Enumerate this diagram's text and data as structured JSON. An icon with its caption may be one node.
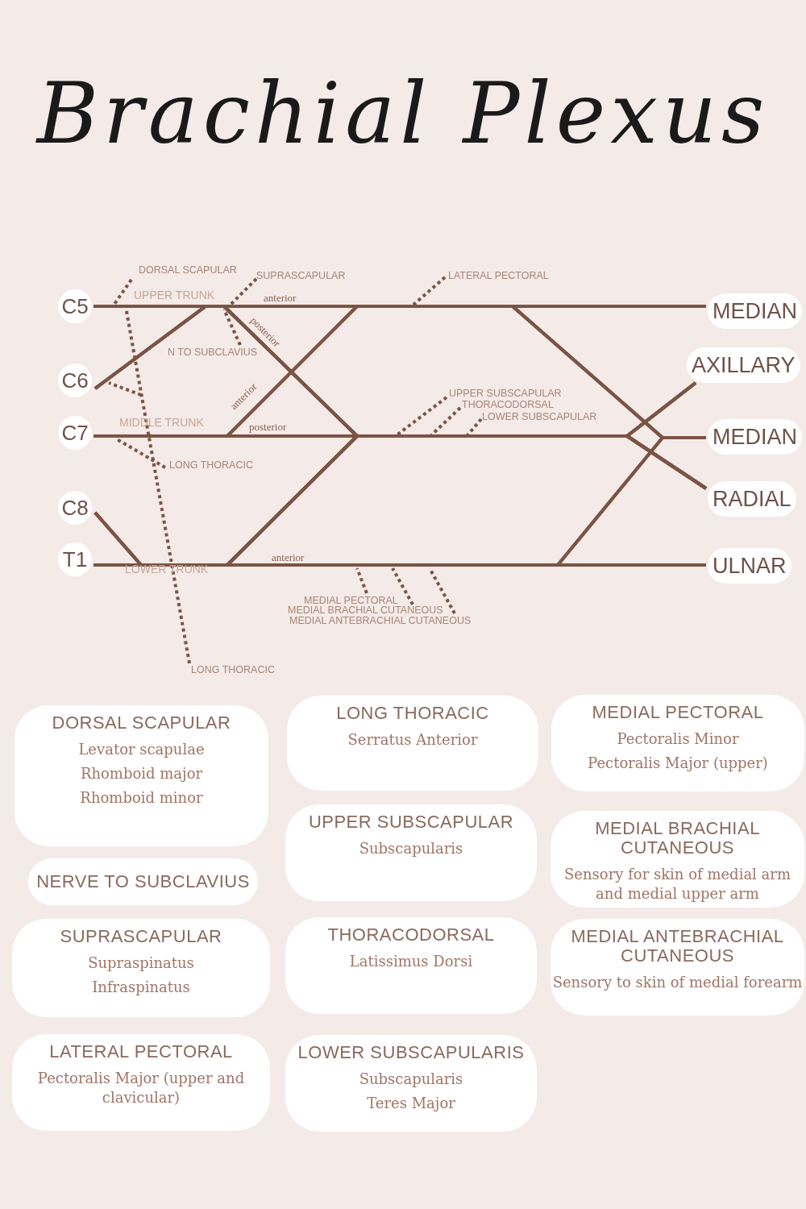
{
  "diagram": {
    "title": "Brachial Plexus",
    "nodes": [
      {
        "text": [
          "C5"
        ]
      },
      {
        "text": [
          "C6"
        ]
      },
      {
        "text": [
          "C7"
        ]
      },
      {
        "text": [
          "C8"
        ]
      },
      {
        "text": [
          "T1"
        ]
      },
      {
        "text": [
          "MEDIAN"
        ]
      },
      {
        "text": [
          "AXILLARY"
        ]
      },
      {
        "text": [
          "MEDIAN"
        ]
      },
      {
        "text": [
          "RADIAL"
        ]
      },
      {
        "text": [
          "ULNAR"
        ]
      },
      {
        "text": [
          "DORSAL SCAPULAR"
        ]
      },
      {
        "text": [
          "SUPRASCAPULAR"
        ]
      },
      {
        "text": [
          "LATERAL PECTORAL"
        ]
      },
      {
        "text": [
          "N TO SUBCLAVIUS"
        ]
      },
      {
        "text": [
          "UPPER SUBSCAPULAR"
        ]
      },
      {
        "text": [
          "THORACODORSAL"
        ]
      },
      {
        "text": [
          "LOWER SUBSCAPULAR"
        ]
      },
      {
        "text": [
          "LONG THORACIC"
        ]
      },
      {
        "text": [
          "MEDIAL PECTORAL"
        ]
      },
      {
        "text": [
          "MEDIAL BRACHIAL CUTANEOUS"
        ]
      },
      {
        "text": [
          "MEDIAL ANTEBRACHIAL CUTANEOUS"
        ]
      },
      {
        "text": [
          "LONG THORACIC"
        ]
      },
      {
        "text": [
          "DORSAL SCAPULAR",
          "Levator scapulae",
          "Rhomboid major",
          "Rhomboid minor"
        ]
      },
      {
        "text": [
          "NERVE TO SUBCLAVIUS"
        ]
      },
      {
        "text": [
          "SUPRASCAPULAR",
          "Supraspinatus",
          "Infraspinatus"
        ]
      },
      {
        "text": [
          "LATERAL PECTORAL",
          "Pectoralis Major (upper and clavicular)"
        ]
      },
      {
        "text": [
          "LONG THORACIC",
          "Serratus Anterior"
        ]
      },
      {
        "text": [
          "UPPER SUBSCAPULAR",
          "Subscapularis"
        ]
      },
      {
        "text": [
          "THORACODORSAL",
          "Latissimus Dorsi"
        ]
      },
      {
        "text": [
          "LOWER SUBSCAPULARIS",
          "Subscapularis",
          "Teres Major"
        ]
      },
      {
        "text": [
          "MEDIAL PECTORAL",
          "Pectoralis Minor",
          "Pectoralis Major (upper)"
        ]
      },
      {
        "text": [
          "MEDIAL BRACHIAL CUTANEOUS",
          "Sensory for skin of medial arm and medial upper arm"
        ]
      },
      {
        "text": [
          "MEDIAL ANTEBRACHIAL CUTANEOUS",
          "Sensory to skin of medial forearm"
        ]
      }
    ],
    "edges": [
      {
        "from": 0,
        "to": 5,
        "arrow": "none"
      },
      {
        "from": 0,
        "to": 6,
        "arrow": "none"
      },
      {
        "from": 0,
        "to": 7,
        "arrow": "none"
      },
      {
        "from": 0,
        "to": 8,
        "arrow": "none"
      },
      {
        "from": 1,
        "to": 5,
        "arrow": "none"
      },
      {
        "from": 1,
        "to": 6,
        "arrow": "none"
      },
      {
        "from": 1,
        "to": 7,
        "arrow": "none"
      },
      {
        "from": 1,
        "to": 8,
        "arrow": "none"
      },
      {
        "from": 2,
        "to": 5,
        "arrow": "none"
      },
      {
        "from": 2,
        "to": 6,
        "arrow": "none"
      },
      {
        "from": 2,
        "to": 7,
        "arrow": "none"
      },
      {
        "from": 2,
        "to": 8,
        "arrow": "none"
      },
      {
        "from": 3,
        "to": 6,
        "arrow": "none"
      },
      {
        "from": 3,
        "to": 7,
        "arrow": "none"
      },
      {
        "from": 3,
        "to": 8,
        "arrow": "none"
      },
      {
        "from": 3,
        "to": 9,
        "arrow": "none"
      },
      {
        "from": 4,
        "to": 6,
        "arrow": "none"
      },
      {
        "from": 4,
        "to": 7,
        "arrow": "none"
      },
      {
        "from": 4,
        "to": 8,
        "arrow": "none"
      },
      {
        "from": 4,
        "to": 9,
        "arrow": "none"
      },
      {
        "from": 10,
        "to": null,
        "arrow": "none",
        "style": "dashed"
      },
      {
        "from": 11,
        "to": null,
        "arrow": "none",
        "style": "dashed"
      },
      {
        "from": 12,
        "to": null,
        "arrow": "none",
        "style": "dashed"
      },
      {
        "from": 13,
        "to": null,
        "arrow": "none",
        "style": "dashed"
      },
      {
        "from": 14,
        "to": null,
        "arrow": "none",
        "style": "dashed"
      },
      {
        "from": 15,
        "to": null,
        "arrow": "none",
        "style": "dashed"
      },
      {
        "from": 16,
        "to": null,
        "arrow": "none",
        "style": "dashed"
      },
      {
        "from": 17,
        "to": null,
        "arrow": "none",
        "style": "dashed"
      },
      {
        "from": 18,
        "to": null,
        "arrow": "none",
        "style": "dashed"
      },
      {
        "from": 19,
        "to": null,
        "arrow": "none",
        "style": "dashed"
      },
      {
        "from": 20,
        "to": null,
        "arrow": "none",
        "style": "dashed"
      },
      {
        "from": 21,
        "to": null,
        "arrow": "none",
        "style": "dashed"
      }
    ],
    "labels": [
      "UPPER TRUNK",
      "anterior",
      "posterior",
      "anterior",
      "MIDDLE TRUNK",
      "posterior",
      "anterior",
      "LOWER TRUNK"
    ]
  }
}
